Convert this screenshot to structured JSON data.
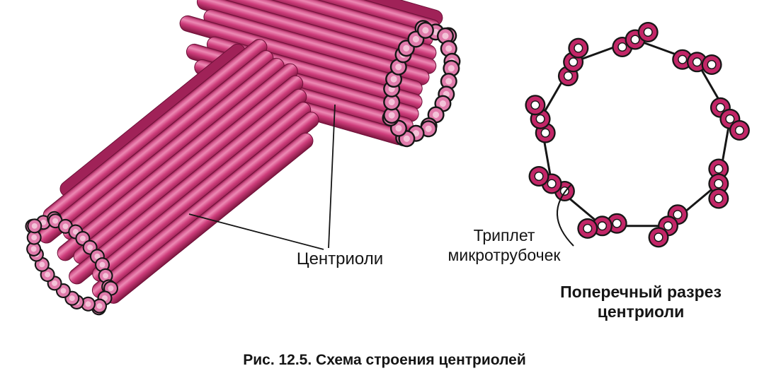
{
  "labels": {
    "centrioles": "Центриоли",
    "triplet_line1": "Триплет",
    "triplet_line2": "микротрубочек",
    "cross_section_line1": "Поперечный разрез",
    "cross_section_line2": "центриоли",
    "caption": "Рис. 12.5. Схема строения центриолей"
  },
  "colors": {
    "background": "#ffffff",
    "outline": "#161616",
    "ring_magenta": "#c22667",
    "tubule_center": "#ffffff",
    "tube_light": "#ec8ab4",
    "tube_mid": "#cf3d7c",
    "tube_dark": "#821843",
    "end_circle_pink": "#e07bab",
    "end_circle_core": "#f3c3d8"
  },
  "cross_section": {
    "triplet_count": 9,
    "tubules_per_triplet": 3
  }
}
